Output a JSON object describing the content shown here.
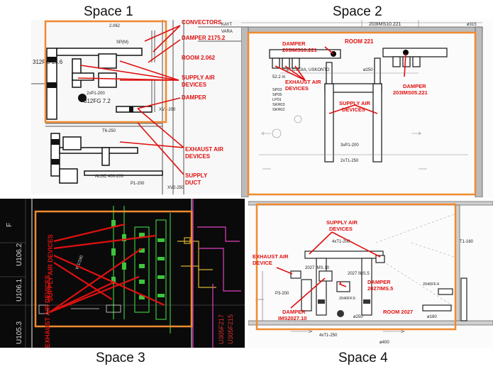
{
  "titles": {
    "space1": "Space 1",
    "space2": "Space 2",
    "space3": "Space 3",
    "space4": "Space 4"
  },
  "space1": {
    "labels": {
      "convectors": "CONVECTORS",
      "damper_top": "DAMPER 2175.2",
      "room": "ROOM 2.062",
      "supply": "SUPPLY AIR",
      "supply2": "DEVICES",
      "damper_mid": "DAMPER",
      "exhaust": "EXHAUST AIR",
      "exhaust2": "DEVICES",
      "supply_duct": "SUPPLY",
      "supply_duct2": "DUCT"
    },
    "drawing_text": {
      "t1": "2.062",
      "t2": "312FG 15.6",
      "t3": "2xP1-200",
      "t4": "312FG 7.2",
      "t5": "XV2-200",
      "t6": "T6-250",
      "t7": "ALGC 400-200",
      "t8": "P1-200",
      "t9": "XV2-250",
      "t10": "SP(M)",
      "t11": "KAYT",
      "t12": "VARA"
    }
  },
  "space2": {
    "labels": {
      "room": "ROOM 221",
      "damper_left": "DAMPER",
      "damper_left2": "203IMS10.221",
      "exhaust": "EXHAUST AIR",
      "exhaust2": "DEVICES",
      "supply": "SUPPLY AIR",
      "supply2": "DEVICES",
      "damper_right": "DAMPER",
      "damper_right2": "203IMS05.221"
    },
    "drawing_text": {
      "t1": "203IMS10.221",
      "t2": "GEOLOGIA, USKONTO",
      "t3": "52.2 m",
      "t4": "SP03",
      "t5": "SP05",
      "t6": "LP01",
      "t7": "SKR03",
      "t8": "SKR02",
      "t9": "3xP1-200",
      "t10": "2xT1-250",
      "t11": "ø250",
      "t12": "ø315"
    }
  },
  "space3": {
    "labels": {
      "supply": "SUPPLY AIR DEVICES",
      "exhaust": "EXHAUST AIR DEVICES"
    },
    "drawing_text": {
      "t1": "U106.2",
      "t2": "U106.1",
      "t3": "U105.3",
      "t4": "F",
      "t5": "W1/190",
      "t6": "U305F217",
      "t7": "U305F215"
    }
  },
  "space4": {
    "labels": {
      "supply": "SUPPLY AIR",
      "supply2": "DEVICES",
      "exhaust": "EXHAUST AIR",
      "exhaust2": "DEVICE",
      "damper_right": "DAMPER",
      "damper_right2": "2027IMS.5",
      "damper_bottom": "DAMPER",
      "damper_bottom2": "IMS2027.10",
      "room": "ROOM 2027"
    },
    "drawing_text": {
      "t1": "4xT1-200",
      "t2": "2027 IMS.10",
      "t3": "2027 IMS.5",
      "t4": "P3-200",
      "t5": "T1-160",
      "t6": "4xT1-250",
      "t7": "ø400",
      "t8": "ø250",
      "t9": "ø160",
      "t10": "2040FF.5",
      "t11": "2040FF.4"
    }
  },
  "colors": {
    "annotation": "#e01010",
    "room_outline": "#f08a30",
    "cad_bg_dark": "#0a0a0a",
    "duct_green": "#3ec43e"
  }
}
